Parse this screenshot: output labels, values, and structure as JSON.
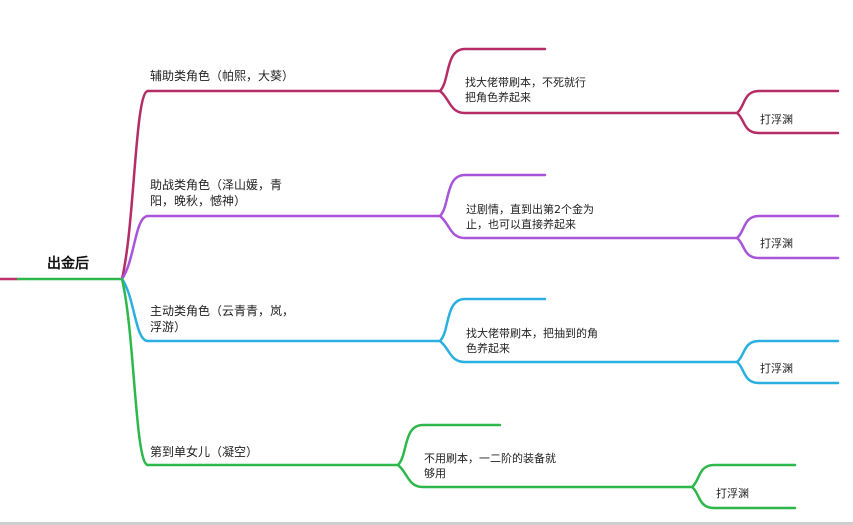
{
  "colors": {
    "root_line": "#c0306a",
    "root_connector": "#2eb84c",
    "branch_1": "#b52d66",
    "branch_2": "#a855d9",
    "branch_3": "#2ab0e0",
    "branch_4": "#2eb84c"
  },
  "root": {
    "label": "出金后"
  },
  "branches": [
    {
      "label": "辅助类角色（帕熙，大葵）",
      "detail": "找大佬带刷本，不死就行\n把角色养起来",
      "leaf": "打浮渊"
    },
    {
      "label": "助战类角色（泽山媛，青\n阳，晚秋，憾神）",
      "detail": "过剧情，直到出第2个金为\n止，也可以直接养起来",
      "leaf": "打浮渊"
    },
    {
      "label": "主动类角色（云青青，岚，\n浮游）",
      "detail": "找大佬带刷本，把抽到的角\n色养起来",
      "leaf": "打浮渊"
    },
    {
      "label": "第到单女儿（凝空）",
      "detail": "不用刷本，一二阶的装备就\n够用",
      "leaf": "打浮渊"
    }
  ]
}
